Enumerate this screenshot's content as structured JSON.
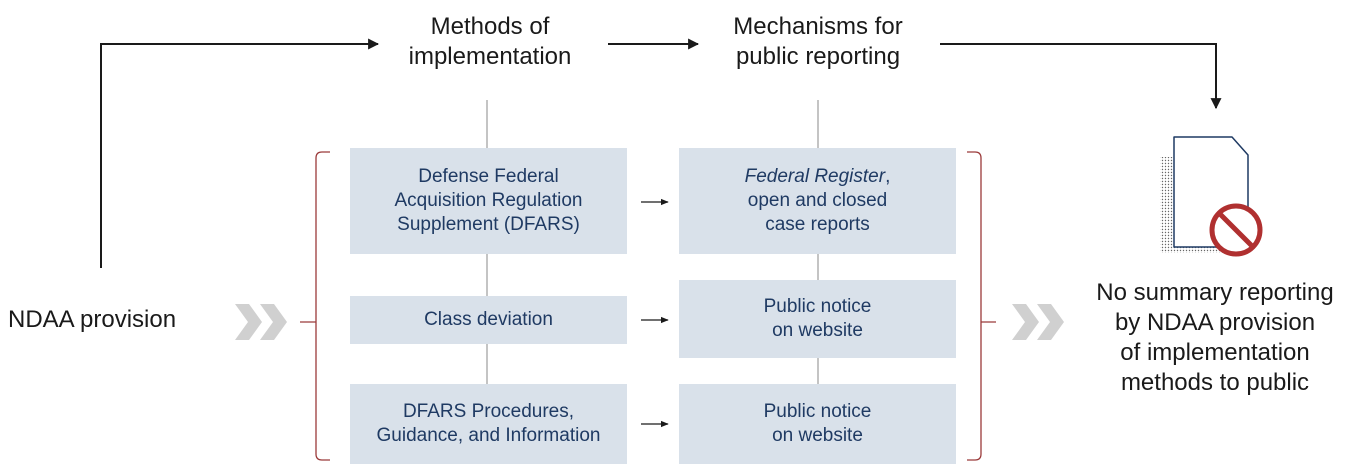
{
  "colors": {
    "box_fill": "#d9e1ea",
    "box_text": "#1f3a63",
    "bracket": "#9b3a3a",
    "chevron": "#d0d0d0",
    "arrow": "#1a1a1a",
    "no_symbol": "#b03030"
  },
  "headers": {
    "methods": [
      "Methods of",
      "implementation"
    ],
    "mechanisms": [
      "Mechanisms for",
      "public reporting"
    ]
  },
  "start_label": "NDAA provision",
  "methods": [
    {
      "lines": [
        "Defense Federal",
        "Acquisition Regulation",
        "Supplement (DFARS)"
      ]
    },
    {
      "lines": [
        "Class deviation"
      ]
    },
    {
      "lines": [
        "DFARS Procedures,",
        "Guidance, and Information"
      ]
    }
  ],
  "mechanisms": [
    {
      "italic": "Federal Register",
      "suffix": ",",
      "lines": [
        "open and closed",
        "case reports"
      ]
    },
    {
      "lines": [
        "Public notice",
        "on website"
      ]
    },
    {
      "lines": [
        "Public notice",
        "on website"
      ]
    }
  ],
  "outcome": [
    "No summary reporting",
    "by NDAA provision",
    "of implementation",
    "methods to public"
  ],
  "icons": [
    "document-icon",
    "no-symbol-icon"
  ]
}
